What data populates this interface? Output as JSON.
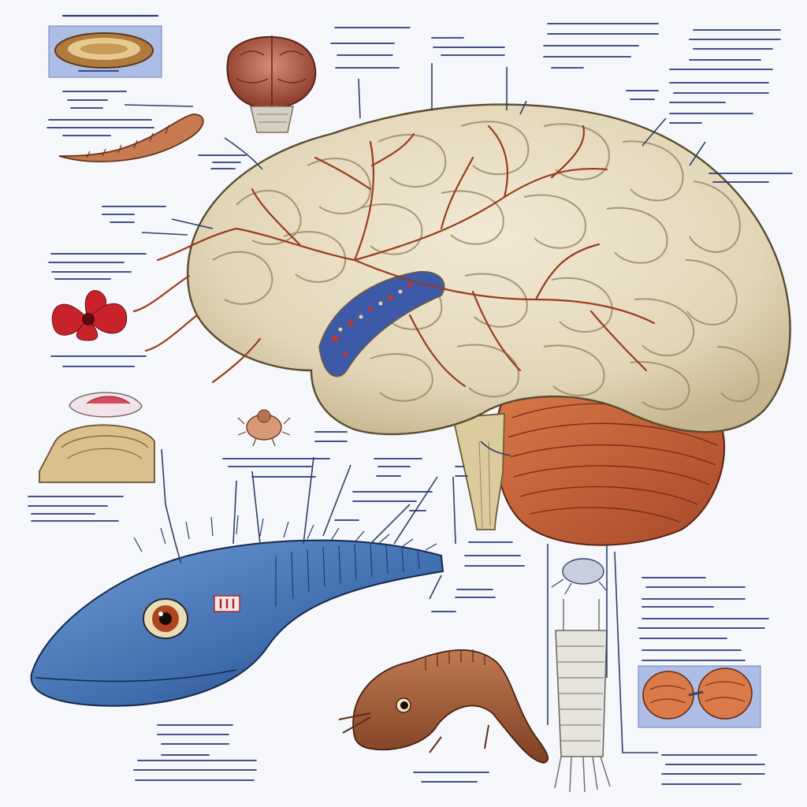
{
  "diagram": {
    "labels": [],
    "note": ""
  },
  "colors": {
    "background": "#f6f7fb",
    "brain_cortex": "#e6dcc4",
    "brain_gyri_shadow": "#b8aa8a",
    "blood_vessels": "#9a3c1e",
    "cerebellum": "#c9683c",
    "brainstem": "#d9c89a",
    "lizard_blue": "#4f7fc0",
    "lizard_dark": "#1f3d6e",
    "salamander_brown": "#a45a36",
    "annotation_text": "#2a3a7a",
    "leader_line": "#2f3f66",
    "inset_frame": "#9fb0dc"
  },
  "icons": [
    "brain-cross-section-inset",
    "small-brain-figure",
    "worm-figure",
    "red-flower-organism",
    "bivalve-shell-figure",
    "small-mite-figure",
    "blue-lizard-head",
    "salamander-figure",
    "insect-larva-figure",
    "cerebellum-pair-inset"
  ]
}
